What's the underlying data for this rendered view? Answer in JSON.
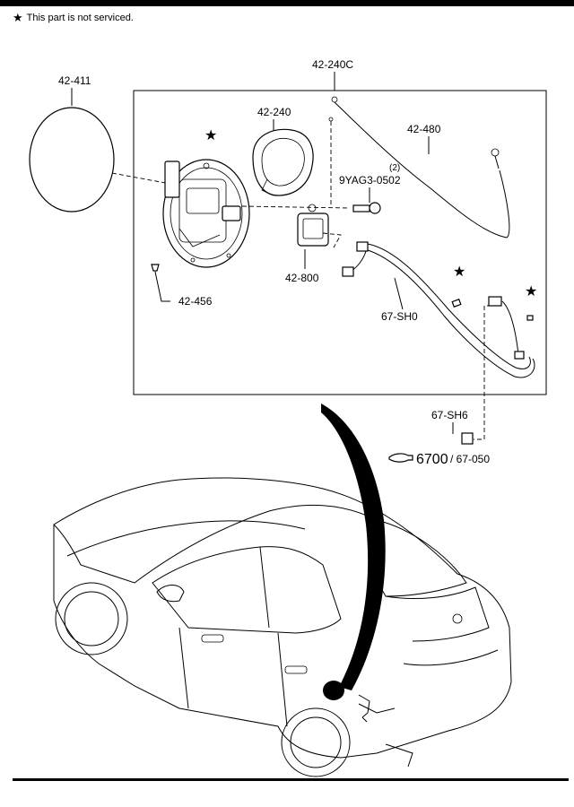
{
  "note": {
    "symbol": "★",
    "text": "This part is not serviced."
  },
  "labels": {
    "p42_240C": "42-240C",
    "p42_411": "42-411",
    "p42_240": "42-240",
    "p42_480": "42-480",
    "p9YAG3": "9YAG3-0502",
    "qty": "(2)",
    "p42_800": "42-800",
    "p42_456": "42-456",
    "p67_SH0": "67-SH0",
    "p67_SH6": "67-SH6",
    "ref_main": "6700",
    "ref_sub": "/ 67-050"
  },
  "stars": [
    "★",
    "★",
    "★"
  ]
}
